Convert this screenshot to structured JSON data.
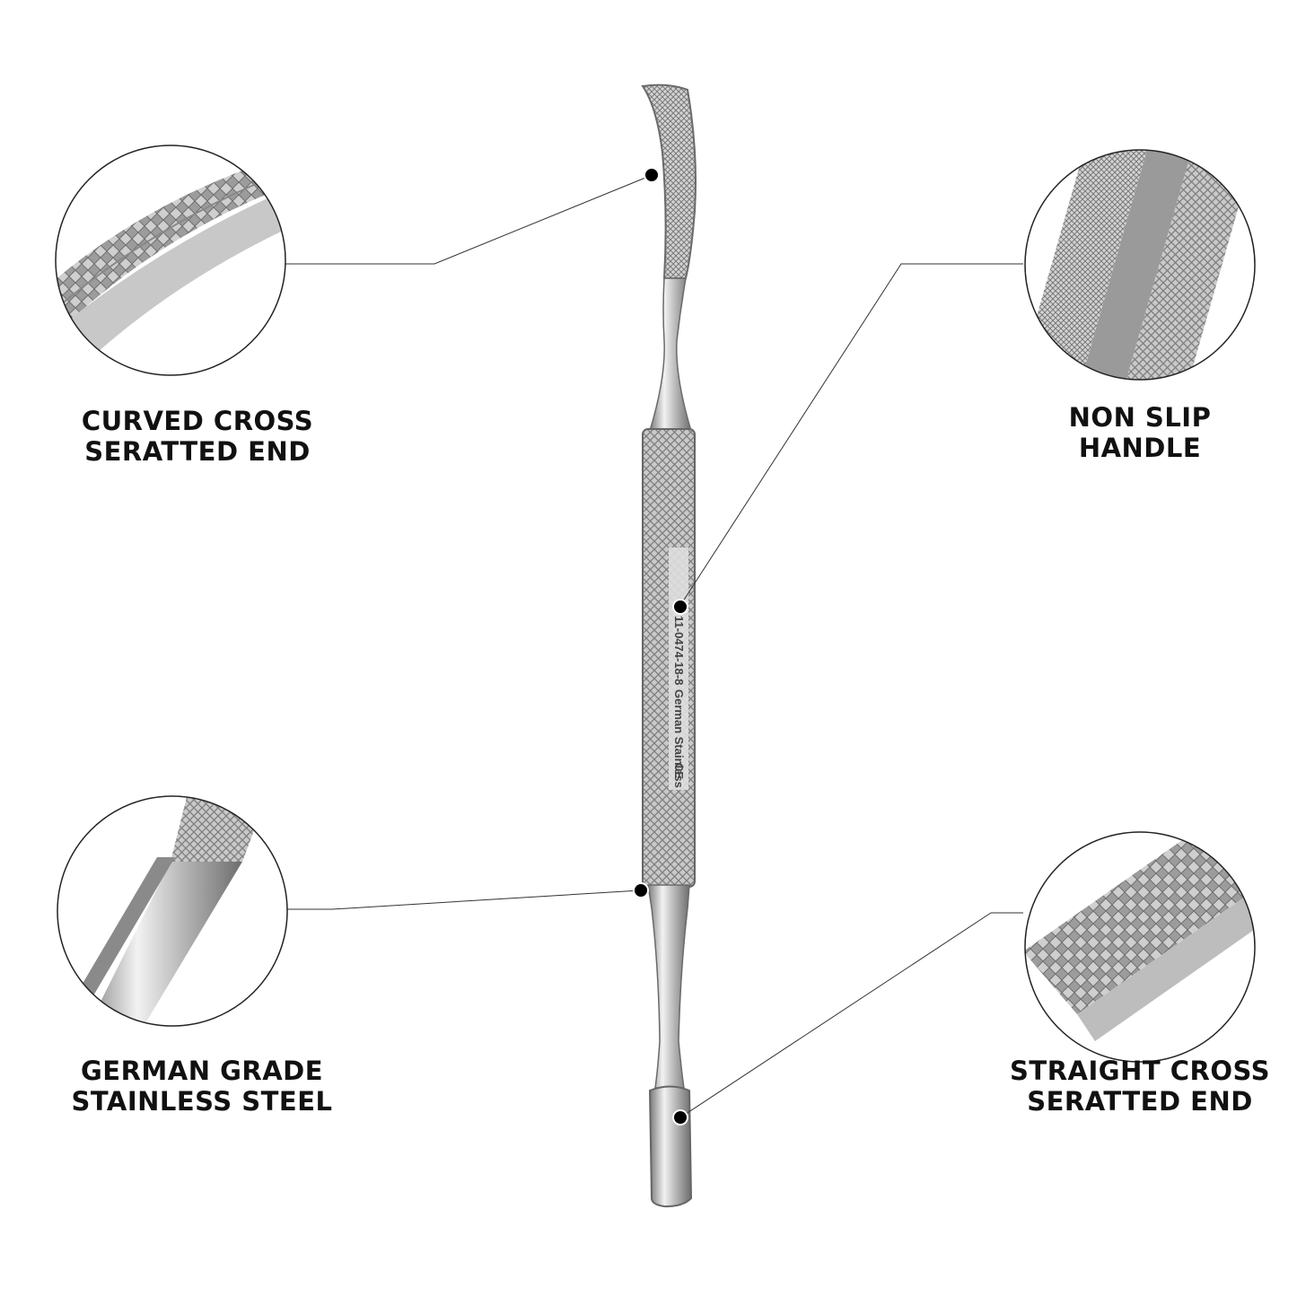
{
  "callouts": [
    {
      "id": "curved-end",
      "line1": "CURVED CROSS",
      "line2": "SERATTED END"
    },
    {
      "id": "handle",
      "line1": "NON SLIP",
      "line2": "HANDLE"
    },
    {
      "id": "steel",
      "line1": "GERMAN GRADE",
      "line2": "STAINLESS STEEL"
    },
    {
      "id": "straight-end",
      "line1": "STRAIGHT CROSS",
      "line2": "SERATTED END"
    }
  ],
  "engraving": {
    "code": "11-0474-18-8",
    "brand": "German Stainless",
    "mark": "CE"
  },
  "colors": {
    "steel_dark": "#6e6e6e",
    "steel_mid": "#b5b5b5",
    "steel_light": "#ececec",
    "line": "#333333",
    "dot": "#000000"
  }
}
